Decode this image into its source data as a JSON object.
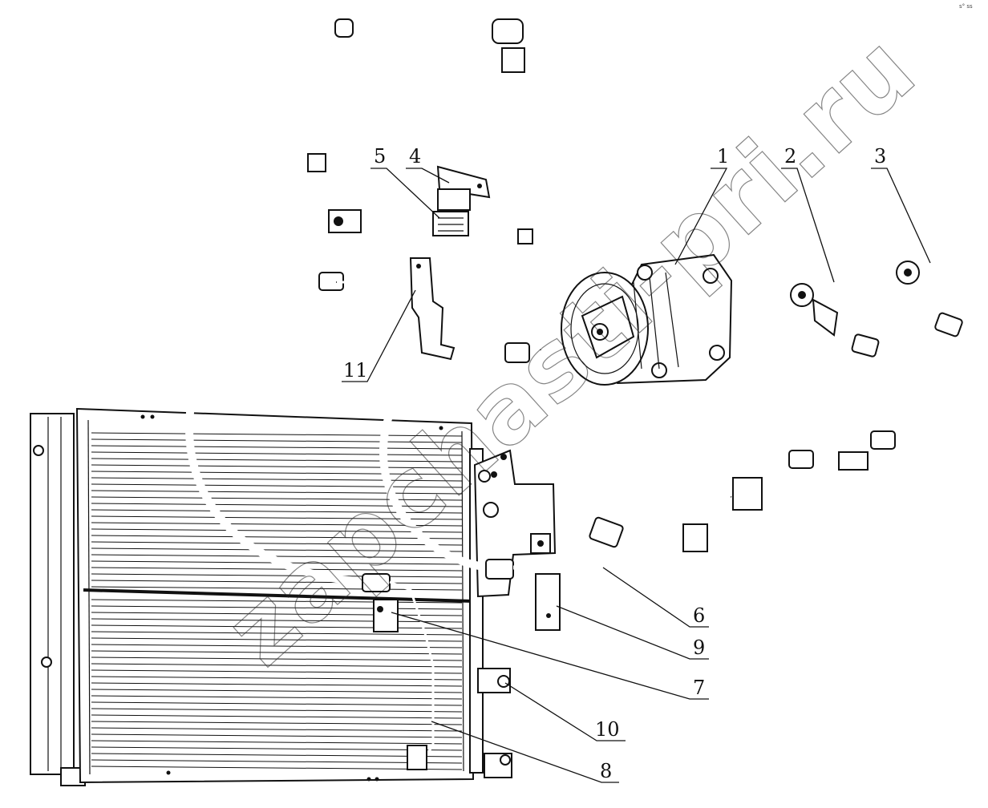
{
  "diagram": {
    "watermark": "zapchasti-pri.ru",
    "corner_mark": "s° ss",
    "callouts": [
      {
        "id": "1",
        "label": "1"
      },
      {
        "id": "2",
        "label": "2"
      },
      {
        "id": "3",
        "label": "3"
      },
      {
        "id": "4",
        "label": "4"
      },
      {
        "id": "5",
        "label": "5"
      },
      {
        "id": "6",
        "label": "6"
      },
      {
        "id": "7",
        "label": "7"
      },
      {
        "id": "8",
        "label": "8"
      },
      {
        "id": "9",
        "label": "9"
      },
      {
        "id": "10",
        "label": "10"
      },
      {
        "id": "11",
        "label": "11"
      }
    ]
  }
}
